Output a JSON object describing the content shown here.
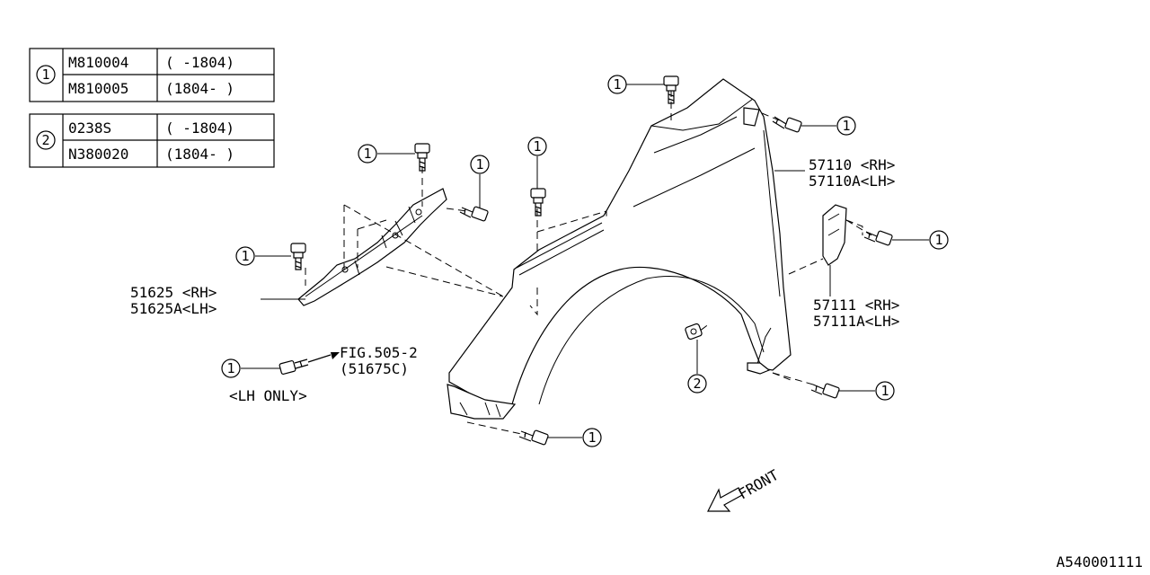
{
  "legend": [
    {
      "ref": "1",
      "rows": [
        {
          "part_no": "M810004",
          "range": "( -1804)"
        },
        {
          "part_no": "M810005",
          "range": "(1804- )"
        }
      ]
    },
    {
      "ref": "2",
      "rows": [
        {
          "part_no": "0238S",
          "range": "( -1804)"
        },
        {
          "part_no": "N380020",
          "range": "(1804- )"
        }
      ]
    }
  ],
  "callouts": {
    "fender_rh": "57110 <RH>",
    "fender_lh": "57110A<LH>",
    "bracket_rh": "57111 <RH>",
    "bracket_lh": "57111A<LH>",
    "support_rh": "51625 <RH>",
    "support_lh": "51625A<LH>",
    "fig_ref": "FIG.505-2",
    "fig_part": "(51675C)",
    "lh_only": "<LH ONLY>",
    "ref_1": "1",
    "ref_2": "2"
  },
  "front_label": "FRONT",
  "diagram_code": "A540001111"
}
